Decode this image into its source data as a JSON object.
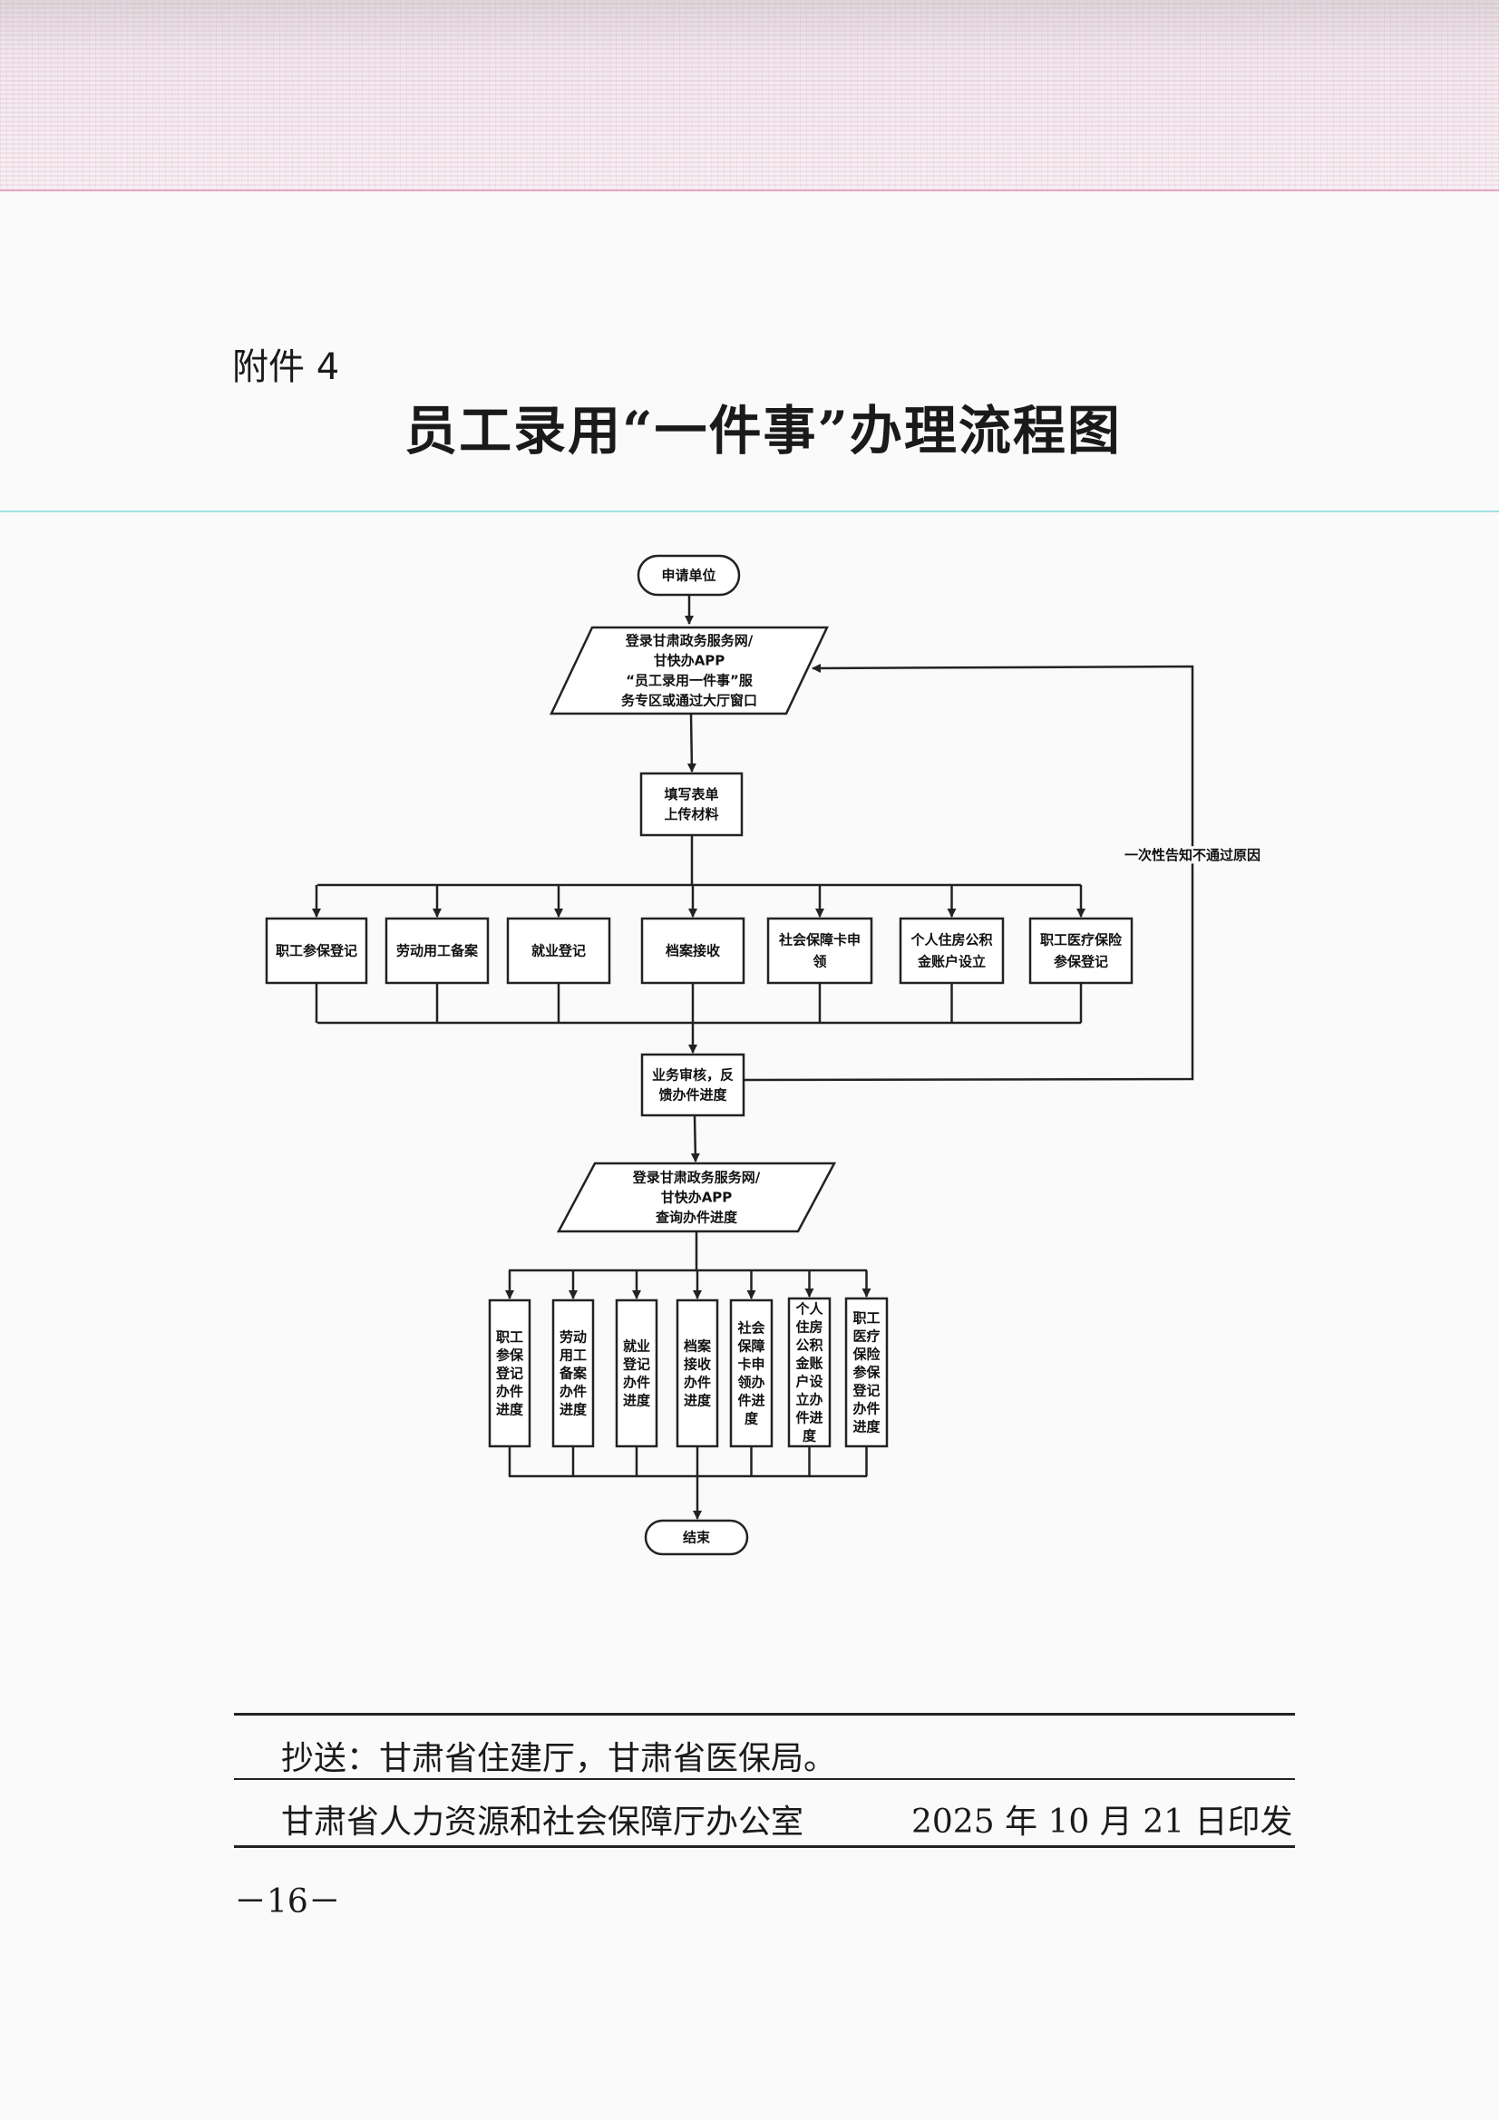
{
  "header": {
    "attachment": "附件 4",
    "title": "员工录用“一件事”办理流程图"
  },
  "flow": {
    "start": [
      "申请单位"
    ],
    "login1": [
      "登录甘肃政务服务网/",
      "甘快办APP",
      "“员工录用一件事”服",
      "务专区或通过大厅窗口"
    ],
    "fill": [
      "填写表单",
      "上传材料"
    ],
    "items": [
      [
        "职工参保登记"
      ],
      [
        "劳动用工备案"
      ],
      [
        "就业登记"
      ],
      [
        "档案接收"
      ],
      [
        "社会保障卡申",
        "领"
      ],
      [
        "个人住房公积",
        "金账户设立"
      ],
      [
        "职工医疗保险",
        "参保登记"
      ]
    ],
    "review": [
      "业务审核，反",
      "馈办件进度"
    ],
    "feedback_label": "一次性告知不通过原因",
    "login2": [
      "登录甘肃政务服务网/",
      "甘快办APP",
      "查询办件进度"
    ],
    "progress": [
      [
        "职工",
        "参保",
        "登记",
        "办件",
        "进度"
      ],
      [
        "劳动",
        "用工",
        "备案",
        "办件",
        "进度"
      ],
      [
        "就业",
        "登记",
        "办件",
        "进度"
      ],
      [
        "档案",
        "接收",
        "办件",
        "进度"
      ],
      [
        "社会",
        "保障",
        "卡申",
        "领办",
        "件进",
        "度"
      ],
      [
        "个人",
        "住房",
        "公积",
        "金账",
        "户设",
        "立办",
        "件进",
        "度"
      ],
      [
        "职工",
        "医疗",
        "保险",
        "参保",
        "登记",
        "办件",
        "进度"
      ]
    ],
    "end": [
      "结束"
    ]
  },
  "footer": {
    "cc": "抄送：甘肃省住建厅，甘肃省医保局。",
    "issuer": "甘肃省人力资源和社会保障厅办公室",
    "date": "2025 年 10 月 21 日印发",
    "page": "－16－"
  }
}
